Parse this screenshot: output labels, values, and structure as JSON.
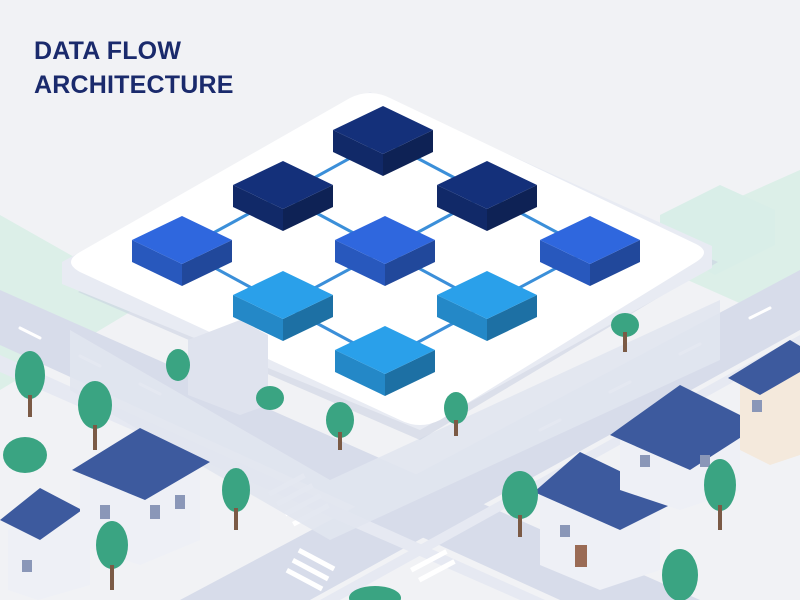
{
  "title": {
    "line1": "DATA FLOW",
    "line2": "ARCHITECTURE"
  },
  "colors": {
    "background": "#f1f2f5",
    "title": "#1a2a6c",
    "platform": "#ffffff",
    "road": "#d7dcea",
    "grass": "#dcefe8",
    "connector": "#3b8fd9",
    "node_dark": "#14307a",
    "node_mid": "#2f67de",
    "node_light": "#2aa0ea",
    "roof": "#3d5a9e",
    "tree": "#3aa482"
  },
  "diagram": {
    "nodes": [
      {
        "id": "n1",
        "tier": "dark"
      },
      {
        "id": "n2",
        "tier": "dark"
      },
      {
        "id": "n3",
        "tier": "dark"
      },
      {
        "id": "n4",
        "tier": "mid"
      },
      {
        "id": "n5",
        "tier": "mid"
      },
      {
        "id": "n6",
        "tier": "mid"
      },
      {
        "id": "n7",
        "tier": "light"
      },
      {
        "id": "n8",
        "tier": "light"
      },
      {
        "id": "n9",
        "tier": "light"
      }
    ],
    "links": [
      [
        "n1",
        "n2"
      ],
      [
        "n1",
        "n3"
      ],
      [
        "n2",
        "n4"
      ],
      [
        "n2",
        "n5"
      ],
      [
        "n3",
        "n5"
      ],
      [
        "n3",
        "n6"
      ],
      [
        "n4",
        "n7"
      ],
      [
        "n5",
        "n7"
      ],
      [
        "n5",
        "n8"
      ],
      [
        "n6",
        "n8"
      ],
      [
        "n7",
        "n9"
      ],
      [
        "n8",
        "n9"
      ]
    ]
  }
}
